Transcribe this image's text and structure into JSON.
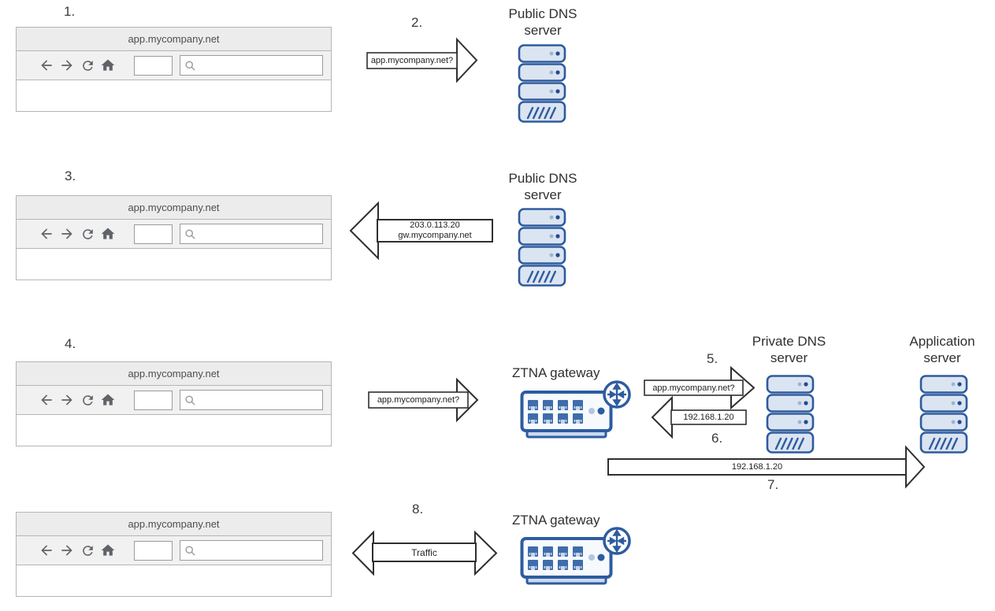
{
  "browser": {
    "url": "app.mycompany.net",
    "address_value": "",
    "search_value": ""
  },
  "steps": {
    "s1": "1.",
    "s2": "2.",
    "s3": "3.",
    "s4": "4.",
    "s5": "5.",
    "s6": "6.",
    "s7": "7.",
    "s8": "8."
  },
  "entities": {
    "public_dns": "Public DNS server",
    "private_dns": "Private DNS server",
    "application": "Application server",
    "ztna_gateway": "ZTNA gateway"
  },
  "arrows": {
    "dns_query": "app.mycompany.net?",
    "dns_reply_ip": "203.0.113.20",
    "dns_reply_host": "gw.mycompany.net",
    "gw_query": "app.mycompany.net?",
    "private_query": "app.mycompany.net?",
    "private_reply": "192.168.1.20",
    "app_ip": "192.168.1.20",
    "traffic": "Traffic"
  },
  "colors": {
    "device_border_blue": "#2d5ca0",
    "device_fill_blue": "#dbe4f1",
    "arrow_outline": "#2f2f2f",
    "browser_chrome_gray": "#ececec"
  }
}
